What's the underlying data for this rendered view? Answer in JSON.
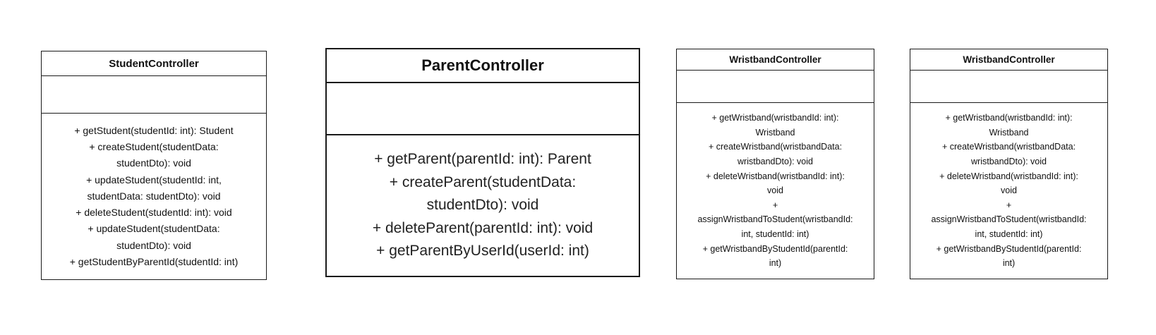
{
  "classes": [
    {
      "name": "StudentController",
      "methods": [
        "+ getStudent(studentId: int): Student",
        "+ createStudent(studentData:",
        "studentDto): void",
        "+ updateStudent(studentId: int,",
        "studentData: studentDto): void",
        "+ deleteStudent(studentId: int): void",
        "+ updateStudent(studentData:",
        "studentDto): void",
        "+ getStudentByParentId(studentId: int)"
      ]
    },
    {
      "name": "ParentController",
      "methods": [
        "+ getParent(parentId: int): Parent",
        "+ createParent(studentData:",
        "studentDto): void",
        "+ deleteParent(parentId: int): void",
        "+ getParentByUserId(userId: int)"
      ]
    },
    {
      "name": "WristbandController",
      "methods": [
        "+ getWristband(wristbandId: int):",
        "Wristband",
        "+ createWristband(wristbandData:",
        "wristbandDto): void",
        "+ deleteWristband(wristbandId: int):",
        "void",
        "+",
        "assignWristbandToStudent(wristbandId:",
        "int, studentId: int)",
        "+ getWristbandByStudentId(parentId:",
        "int)"
      ]
    },
    {
      "name": "WristbandController",
      "methods": [
        "+ getWristband(wristbandId: int):",
        "Wristband",
        "+ createWristband(wristbandData:",
        "wristbandDto): void",
        "+ deleteWristband(wristbandId: int):",
        "void",
        "+",
        "assignWristbandToStudent(wristbandId:",
        "int, studentId: int)",
        "+ getWristbandByStudentId(parentId:",
        "int)"
      ]
    }
  ]
}
